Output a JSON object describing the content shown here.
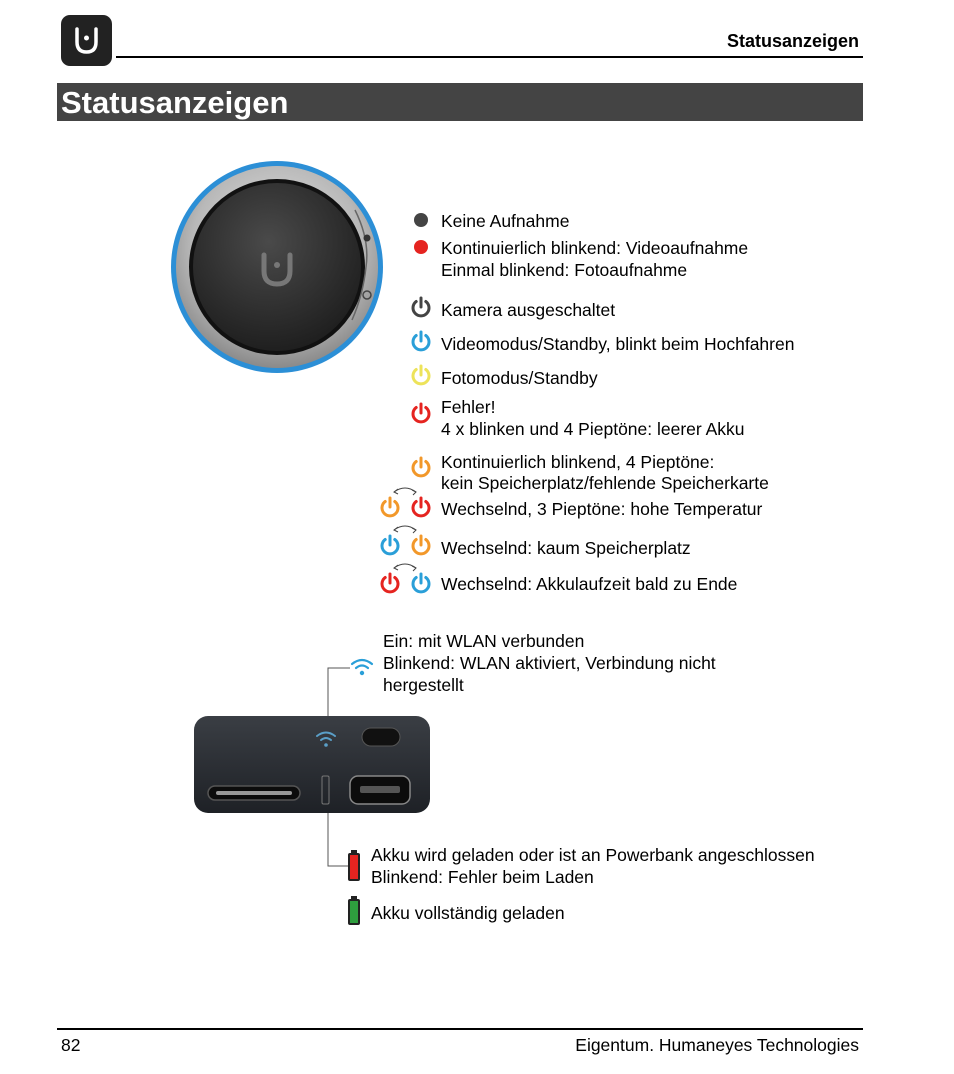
{
  "header": {
    "title": "Statusanzeigen"
  },
  "page_title": "Statusanzeigen",
  "legend": {
    "no_recording": "Keine Aufnahme",
    "red_line1": "Kontinuierlich blinkend: Videoaufnahme",
    "red_line2": "Einmal blinkend: Fotoaufnahme",
    "camera_off": "Kamera ausgeschaltet",
    "video_standby": "Videomodus/Standby, blinkt beim Hochfahren",
    "photo_standby": "Fotomodus/Standby",
    "error_line1": "Fehler!",
    "error_line2": "4 x blinken und 4 Pieptöne: leerer Akku",
    "orange_line1": "Kontinuierlich blinkend, 4 Pieptöne:",
    "orange_line2": "kein Speicherplatz/fehlende Speicherkarte",
    "alt_temp": "Wechselnd, 3 Pieptöne: hohe Temperatur",
    "alt_storage": "Wechselnd: kaum Speicherplatz",
    "alt_battery": "Wechselnd: Akkulaufzeit bald zu Ende"
  },
  "wlan": {
    "line1": "Ein: mit WLAN verbunden",
    "line2": "Blinkend: WLAN aktiviert, Verbindung nicht",
    "line3": "hergestellt"
  },
  "battery": {
    "charging_line1": "Akku wird geladen oder ist an Powerbank angeschlossen",
    "charging_line2": "Blinkend: Fehler beim Laden",
    "full": "Akku vollständig geladen"
  },
  "footer": {
    "page_number": "82",
    "right": "Eigentum. Humaneyes Technologies"
  },
  "colors": {
    "gray": "#444444",
    "red": "#e52420",
    "blue": "#2a9fd8",
    "yellow": "#ede35a",
    "orange": "#f2982a",
    "green": "#2e9e3e",
    "title_bar": "#444444"
  },
  "icons": [
    "power-icon",
    "wifi-icon",
    "battery-icon",
    "alternating-arrows-icon"
  ]
}
